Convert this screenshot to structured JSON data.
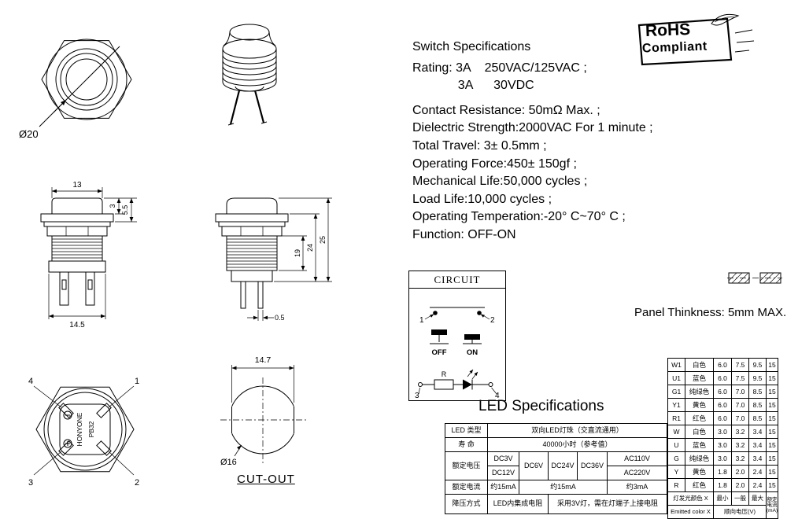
{
  "rohs": {
    "title": "RoHS",
    "subtitle": "Compliant"
  },
  "specs": {
    "title": "Switch Specifications",
    "lines": [
      "Rating: 3A    250VAC/125VAC ;",
      "             3A      30VDC",
      "Contact Resistance: 50mΩ Max. ;",
      "Dielectric Strength:2000VAC For 1 minute ;",
      "Total Travel: 3± 0.5mm ;",
      "Operating Force:450± 150gf ;",
      "Mechanical Life:50,000 cycles ;",
      "Load Life:10,000 cycles ;",
      "Operating Temperation:-20° C~70° C ;",
      "Function: OFF-ON"
    ]
  },
  "circuit": {
    "title": "CIRCUIT",
    "t1": "1",
    "t2": "2",
    "off": "OFF",
    "on": "ON",
    "t3": "3",
    "t4": "4",
    "r": "R"
  },
  "panel_note": "Panel Thinkness: 5mm MAX.",
  "led_heading": "LED Specifications",
  "dims": {
    "front_dia": "Ø20",
    "s1_top": "13",
    "s1_cap": "3",
    "s1_capflange": "5.5",
    "s1_base": "14.5",
    "s2_thread": "19",
    "s2_mid": "24",
    "s2_total": "25",
    "s2_pin": "0.5",
    "cut_width": "14.7",
    "cut_dia": "Ø16",
    "cut_caption": "CUT-OUT"
  },
  "rear": {
    "p1": "1",
    "p2": "2",
    "p3": "3",
    "p4": "4",
    "brand": "HONYONE",
    "model": "PB32"
  },
  "led_table": {
    "left": {
      "r1_label": "LED 类型",
      "r1_value": "双向LED灯珠（交直流通用）",
      "r2_label": "寿 命",
      "r2_value": "40000小时（参考值）",
      "r3_label": "额定电压",
      "v1": "DC3V",
      "v2": "DC6V",
      "v3": "DC24V",
      "v4": "DC36V",
      "v5": "AC110V",
      "v6": "DC12V",
      "v7": "AC220V",
      "r5_label": "额定电流",
      "c1": "约15mA",
      "c2": "约15mA",
      "c3": "约3mA",
      "r6_label": "降压方式",
      "d1": "LED内集成电阻",
      "d2": "采用3V灯，需在灯端子上接电阻"
    },
    "right_header": {
      "color_cn": "灯发光颜色 X",
      "color_en": "Emitted color X",
      "min": "最小",
      "typ": "一般",
      "max": "最大",
      "vf": "顺向电压(V)",
      "current_l1": "额定",
      "current_l2": "电流",
      "current_l3": "(mA)"
    },
    "rows": [
      {
        "code": "W1",
        "color": "白色",
        "min": "6.0",
        "typ": "7.5",
        "max": "9.5",
        "current": "15"
      },
      {
        "code": "U1",
        "color": "蓝色",
        "min": "6.0",
        "typ": "7.5",
        "max": "9.5",
        "current": "15"
      },
      {
        "code": "G1",
        "color": "纯绿色",
        "min": "6.0",
        "typ": "7.0",
        "max": "8.5",
        "current": "15"
      },
      {
        "code": "Y1",
        "color": "黄色",
        "min": "6.0",
        "typ": "7.0",
        "max": "8.5",
        "current": "15"
      },
      {
        "code": "R1",
        "color": "红色",
        "min": "6.0",
        "typ": "7.0",
        "max": "8.5",
        "current": "15"
      },
      {
        "code": "W",
        "color": "白色",
        "min": "3.0",
        "typ": "3.2",
        "max": "3.4",
        "current": "15"
      },
      {
        "code": "U",
        "color": "蓝色",
        "min": "3.0",
        "typ": "3.2",
        "max": "3.4",
        "current": "15"
      },
      {
        "code": "G",
        "color": "纯绿色",
        "min": "3.0",
        "typ": "3.2",
        "max": "3.4",
        "current": "15"
      },
      {
        "code": "Y",
        "color": "黄色",
        "min": "1.8",
        "typ": "2.0",
        "max": "2.4",
        "current": "15"
      },
      {
        "code": "R",
        "color": "红色",
        "min": "1.8",
        "typ": "2.0",
        "max": "2.4",
        "current": "15"
      }
    ]
  }
}
